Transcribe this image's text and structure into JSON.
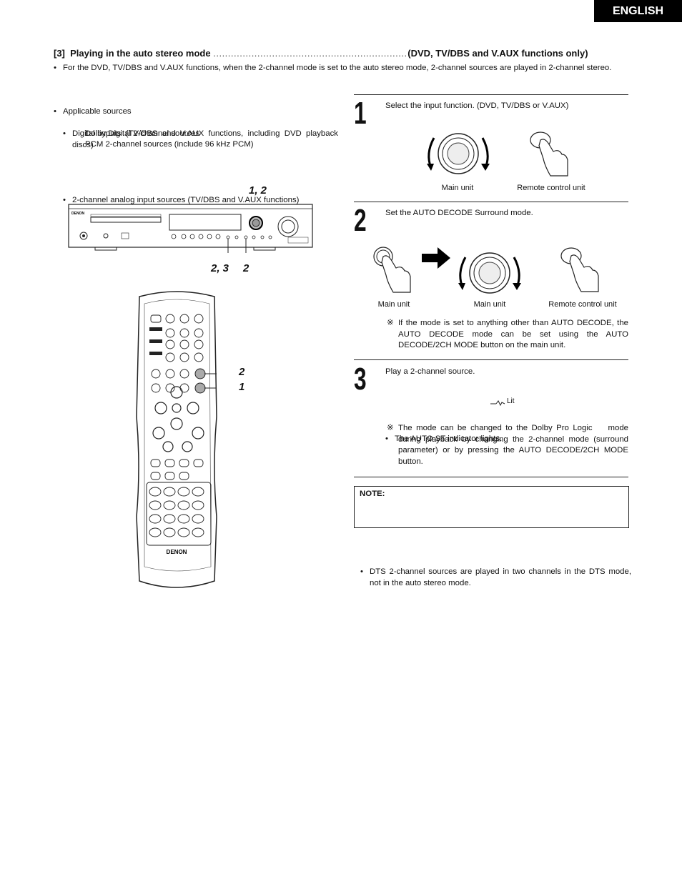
{
  "header": {
    "language_tab": "ENGLISH"
  },
  "section": {
    "number": "[3]",
    "title": "Playing in the auto stereo mode",
    "dots": "..............................................................................",
    "scope": "(DVD, TV/DBS and V.AUX functions only)",
    "intro": "For the DVD, TV/DBS and V.AUX functions, when the 2-channel mode is set to the auto stereo mode, 2-channel sources are played in 2-channel stereo."
  },
  "sources": {
    "heading": "Applicable sources",
    "digital": "Digital inputs (TV/DBS and V.AUX functions, including DVD playback discs)",
    "dolby": "Dolby Digital 2-channel sources",
    "pcm": "PCM 2-channel sources (include 96 kHz PCM)",
    "analog": "2-channel analog input sources (TV/DBS and V.AUX functions)"
  },
  "figure": {
    "label_top": "1, 2",
    "label_bottom_left": "2, 3",
    "label_bottom_right": "2",
    "remote_label_2": "2",
    "remote_label_1": "1",
    "brand": "DENON",
    "remote_brand": "DENON"
  },
  "steps": [
    {
      "num": "1",
      "text": "Select the input function. (DVD, TV/DBS or V.AUX)",
      "captions": [
        "Main unit",
        "Remote control unit"
      ]
    },
    {
      "num": "2",
      "text": "Set the AUTO DECODE Surround mode.",
      "captions": [
        "Main unit",
        "Main unit",
        "Remote control unit"
      ],
      "note_mark": "※",
      "note": "If the mode is set to anything other than AUTO DECODE, the AUTO DECODE mode can be set using the AUTO DECODE/2CH MODE button on the main unit."
    },
    {
      "num": "3",
      "text": "Play a 2-channel source.",
      "bullet": "The AUTO ST indicator lights.",
      "lit": "Lit",
      "note_mark": "※",
      "note": "The mode can be changed to the Dolby Pro Logic    mode during playback by changing the 2-channel mode (surround parameter) or by pressing the AUTO DECODE/2CH MODE button."
    }
  ],
  "note_box": {
    "title": "NOTE:",
    "text": "DTS 2-channel sources are played in two channels in the DTS mode, not in the auto stereo mode."
  }
}
